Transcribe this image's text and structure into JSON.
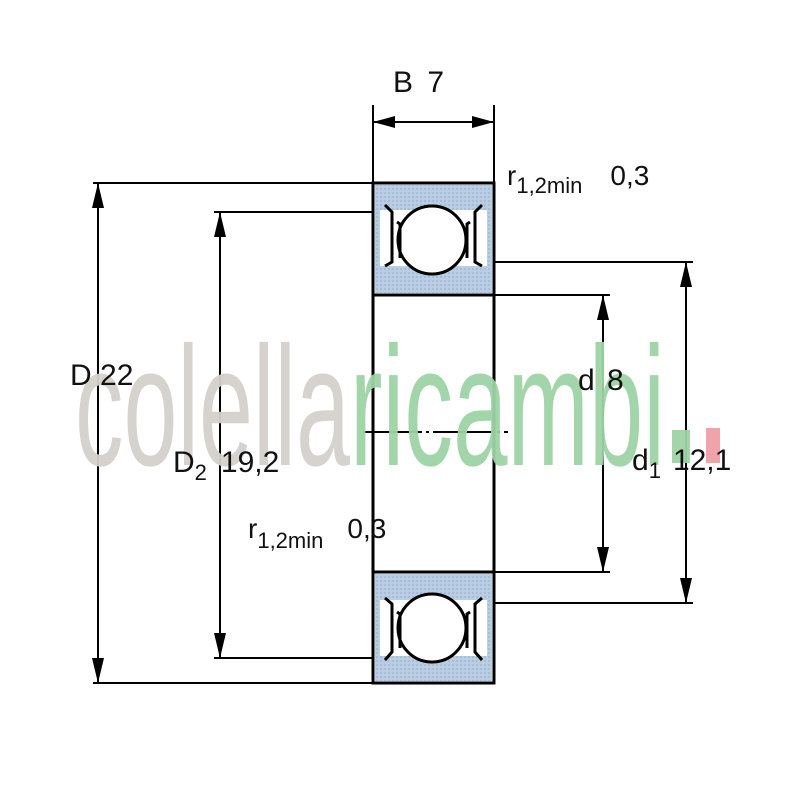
{
  "dimensions": {
    "B": {
      "symbol": "B",
      "value": "7"
    },
    "D": {
      "symbol": "D",
      "value": "22"
    },
    "D2": {
      "symbol": "D",
      "sub": "2",
      "value": "19,2"
    },
    "d": {
      "symbol": "d",
      "value": "8"
    },
    "d1": {
      "symbol": "d",
      "sub": "1",
      "value": "12,1"
    },
    "r_top": {
      "symbol": "r",
      "sub": "1,2min",
      "value": "0,3"
    },
    "r_bottom": {
      "symbol": "r",
      "sub": "1,2min",
      "value": "0,3"
    }
  },
  "watermark": {
    "part1": "colella",
    "part2": "ricambi",
    "color1": "#d4d0cc",
    "color2": "#9fd3a6",
    "dot1_color": "#9fd3a6",
    "dot2_color": "#f0a0a6"
  },
  "colors": {
    "ring_fill": "#b4c8e0",
    "line": "#000000"
  }
}
